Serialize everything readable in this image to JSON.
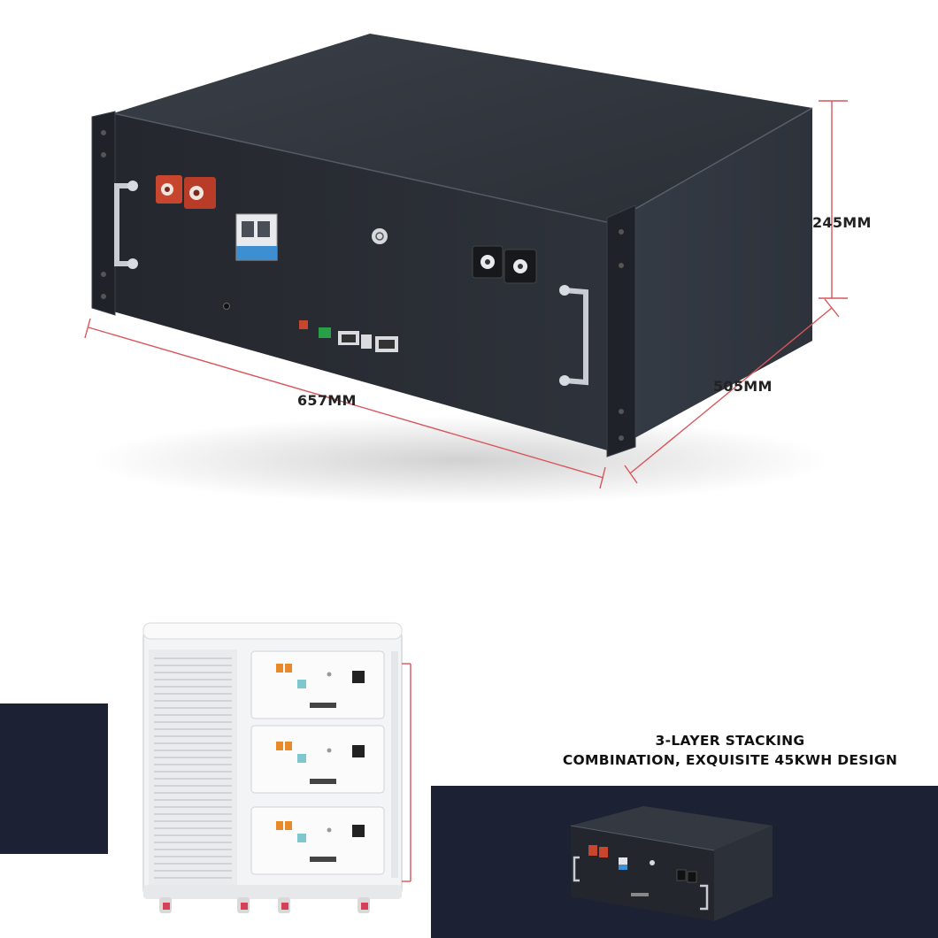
{
  "dimensions": {
    "height": "245MM",
    "depth": "505MM",
    "width": "657MM"
  },
  "caption": {
    "line1": "3-LAYER STACKING",
    "line2": "COMBINATION, EXQUISITE 45KWH DESIGN"
  },
  "colors": {
    "battery_body": "#2b2f36",
    "dimension_line": "#d9555b",
    "navy_panel": "#1c2233",
    "positive_terminal": "#c8452e",
    "cabinet": "#f4f5f6"
  }
}
